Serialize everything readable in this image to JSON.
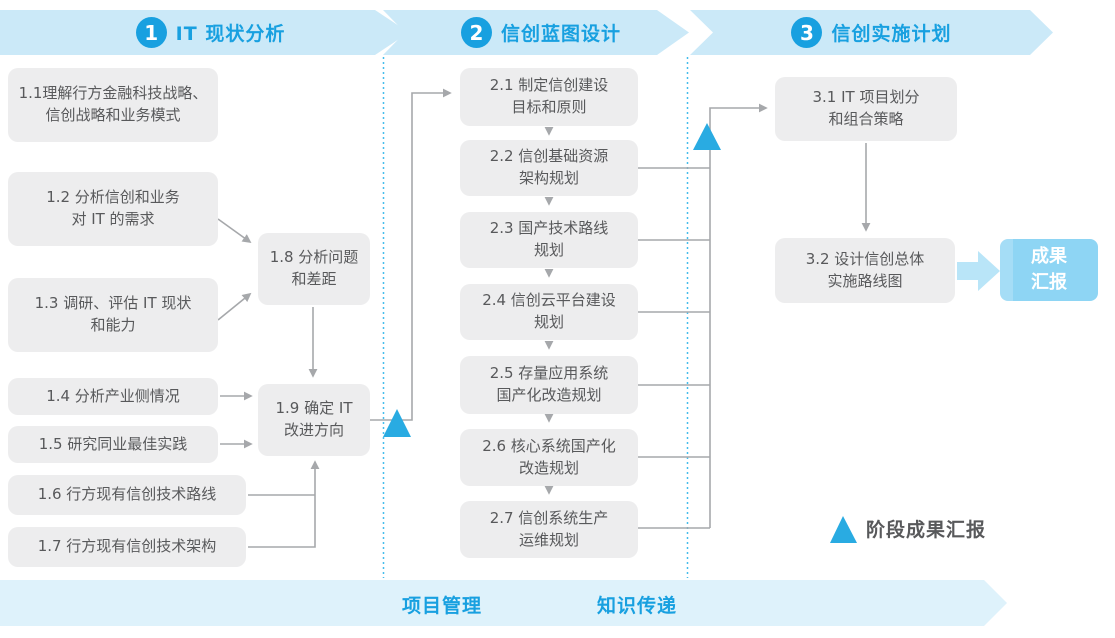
{
  "colors": {
    "accent": "#18a0e0",
    "band-bg": "#cbe9f8",
    "footer-band-bg": "#def2fb",
    "box-bg": "#ededee",
    "box-text": "#58595b",
    "line": "#a6a8ab",
    "triangle": "#29abe2",
    "result-bg": "#8ed5f4",
    "result-stripe": "#a5ddf6",
    "block-arrow": "#b9e5f8",
    "dotted": "#45bdec"
  },
  "phases": [
    {
      "number": "1",
      "title": "IT 现状分析"
    },
    {
      "number": "2",
      "title": "信创蓝图设计"
    },
    {
      "number": "3",
      "title": "信创实施计划"
    }
  ],
  "boxes": {
    "phase1": [
      {
        "id": "1.1",
        "text": "1.1理解行方金融科技战略、\n信创战略和业务模式"
      },
      {
        "id": "1.2",
        "text": "1.2 分析信创和业务\n对 IT 的需求"
      },
      {
        "id": "1.3",
        "text": "1.3 调研、评估 IT 现状\n和能力"
      },
      {
        "id": "1.4",
        "text": "1.4 分析产业侧情况"
      },
      {
        "id": "1.5",
        "text": "1.5 研究同业最佳实践"
      },
      {
        "id": "1.6",
        "text": "1.6 行方现有信创技术路线"
      },
      {
        "id": "1.7",
        "text": "1.7 行方现有信创技术架构"
      },
      {
        "id": "1.8",
        "text": "1.8 分析问题\n和差距"
      },
      {
        "id": "1.9",
        "text": "1.9 确定 IT\n改进方向"
      }
    ],
    "phase2": [
      {
        "id": "2.1",
        "text": "2.1 制定信创建设\n目标和原则"
      },
      {
        "id": "2.2",
        "text": "2.2 信创基础资源\n架构规划"
      },
      {
        "id": "2.3",
        "text": "2.3 国产技术路线\n规划"
      },
      {
        "id": "2.4",
        "text": "2.4 信创云平台建设\n规划"
      },
      {
        "id": "2.5",
        "text": "2.5 存量应用系统\n国产化改造规划"
      },
      {
        "id": "2.6",
        "text": "2.6 核心系统国产化\n改造规划"
      },
      {
        "id": "2.7",
        "text": "2.7 信创系统生产\n运维规划"
      }
    ],
    "phase3": [
      {
        "id": "3.1",
        "text": "3.1 IT 项目划分\n和组合策略"
      },
      {
        "id": "3.2",
        "text": "3.2 设计信创总体\n实施路线图"
      }
    ]
  },
  "result_box": {
    "text": "成果\n汇报"
  },
  "legend": {
    "label": "阶段成果汇报"
  },
  "footer": {
    "items": [
      "项目管理",
      "知识传递"
    ]
  }
}
